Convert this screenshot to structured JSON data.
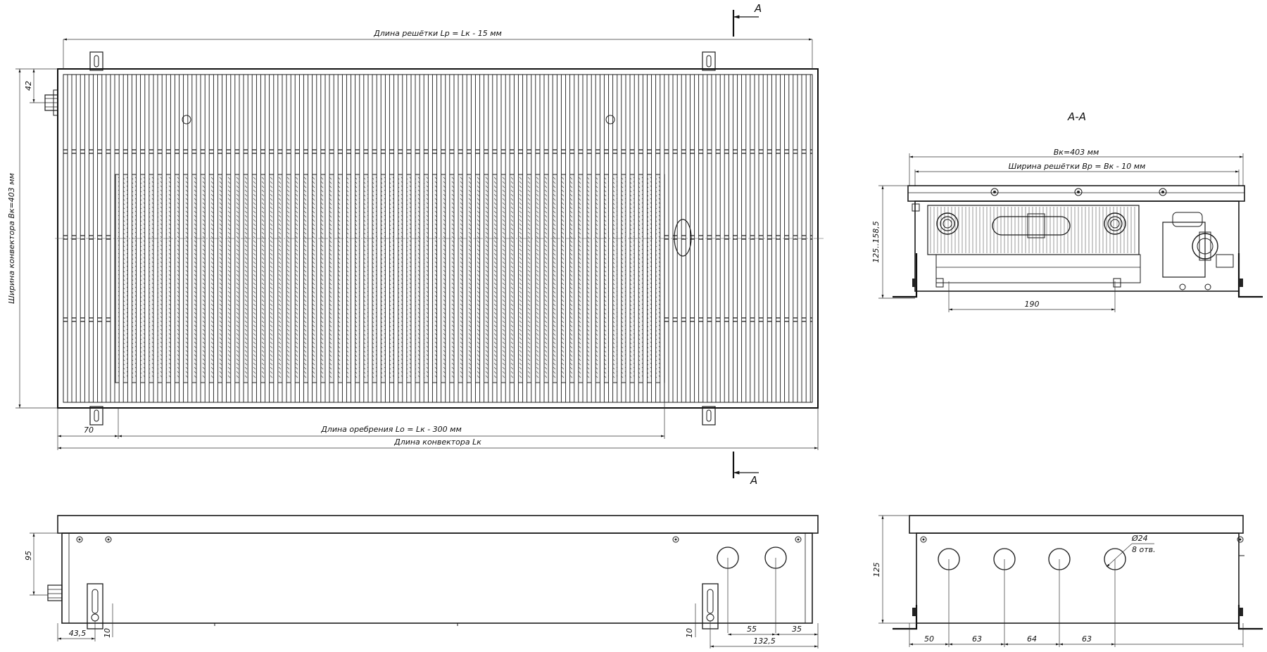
{
  "labels": {
    "grille_length": "Длина решётки Lр = Lк - 15 мм",
    "fin_length": "Длина оребрения Lо = Lк - 300 мм",
    "convector_length": "Длина конвектора Lк",
    "convector_width": "Ширина конвектора Вк=403 мм",
    "dim_42": "42",
    "dim_70": "70",
    "section_mark": "А",
    "section_title": "А-А",
    "width_total": "Вк=403 мм",
    "grille_width": "Ширина решётки Вр = Вк - 10 мм",
    "height_range": "125..158,5",
    "dim_190": "190",
    "dim_95": "95",
    "dim_43_5": "43,5",
    "dim_10": "10",
    "dim_55": "55",
    "dim_35": "35",
    "dim_132_5": "132,5",
    "dim_125": "125",
    "hole_diam": "Ø24",
    "hole_count": "8 отв.",
    "dim_50": "50",
    "dim_63a": "63",
    "dim_64": "64",
    "dim_63b": "63"
  }
}
